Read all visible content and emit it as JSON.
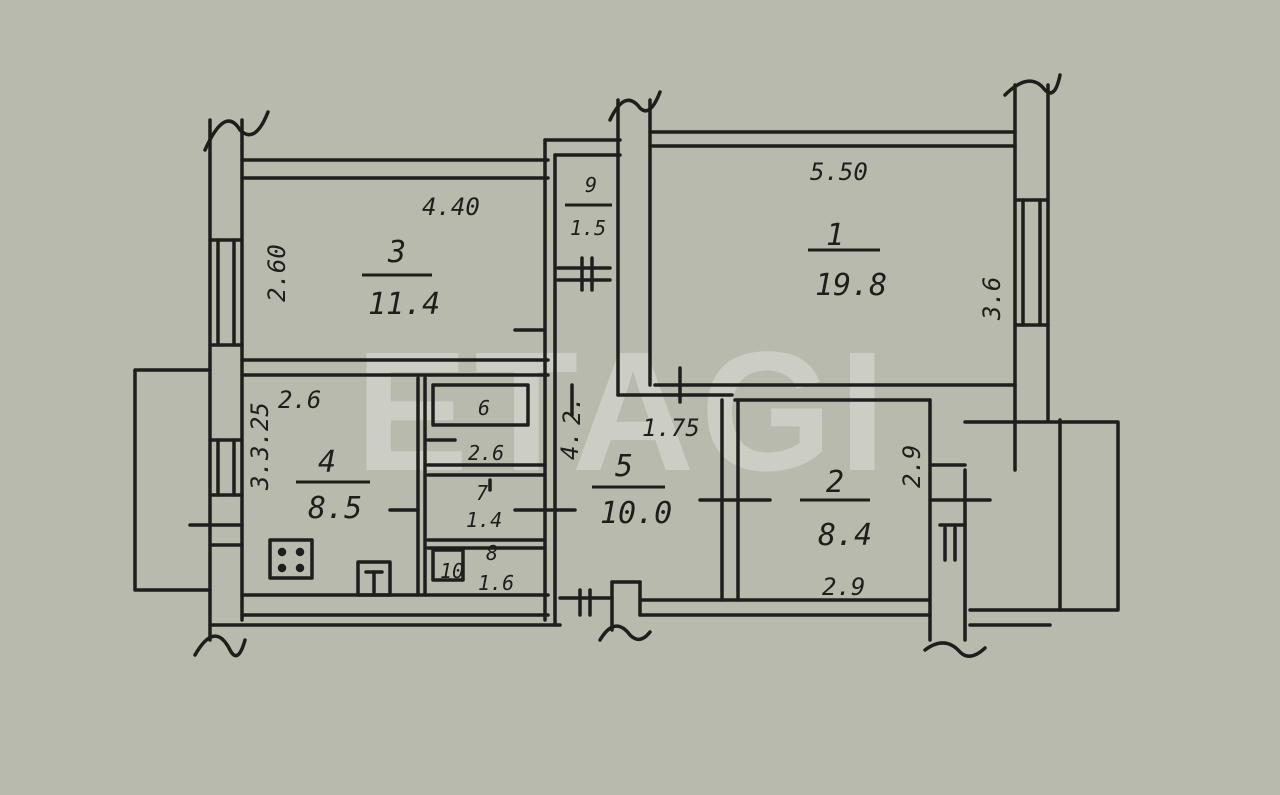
{
  "rooms": [
    {
      "id": "1",
      "number": "1",
      "area": "19.8"
    },
    {
      "id": "2",
      "number": "2",
      "area": "8.4"
    },
    {
      "id": "3",
      "number": "3",
      "area": "11.4"
    },
    {
      "id": "4",
      "number": "4",
      "area": "8.5"
    },
    {
      "id": "5",
      "number": "5",
      "area": "10.0"
    },
    {
      "id": "6",
      "number": "6",
      "area": "2.6"
    },
    {
      "id": "7",
      "number": "7",
      "area": "1.4"
    },
    {
      "id": "8",
      "number": "8",
      "area": "1.6"
    },
    {
      "id": "9",
      "number": "9",
      "area": "1.5"
    }
  ],
  "dimensions": {
    "room1_width": "5.50",
    "room1_height": "3.6",
    "room3_width": "4.40",
    "room3_height": "2.60",
    "room4_width": "2.6",
    "room4_height": "3.25",
    "room4_height_b": "3.",
    "room5_width": "1.75",
    "room5_height": "4.",
    "room5_height_b": "2.",
    "room2_width": "2.9",
    "room2_height": "2.9"
  },
  "fixtures": {
    "sink_label": "10"
  },
  "watermark": "ETAGI",
  "colors": {
    "paper": "#b8b9ad",
    "ink": "#1e1e1c"
  }
}
